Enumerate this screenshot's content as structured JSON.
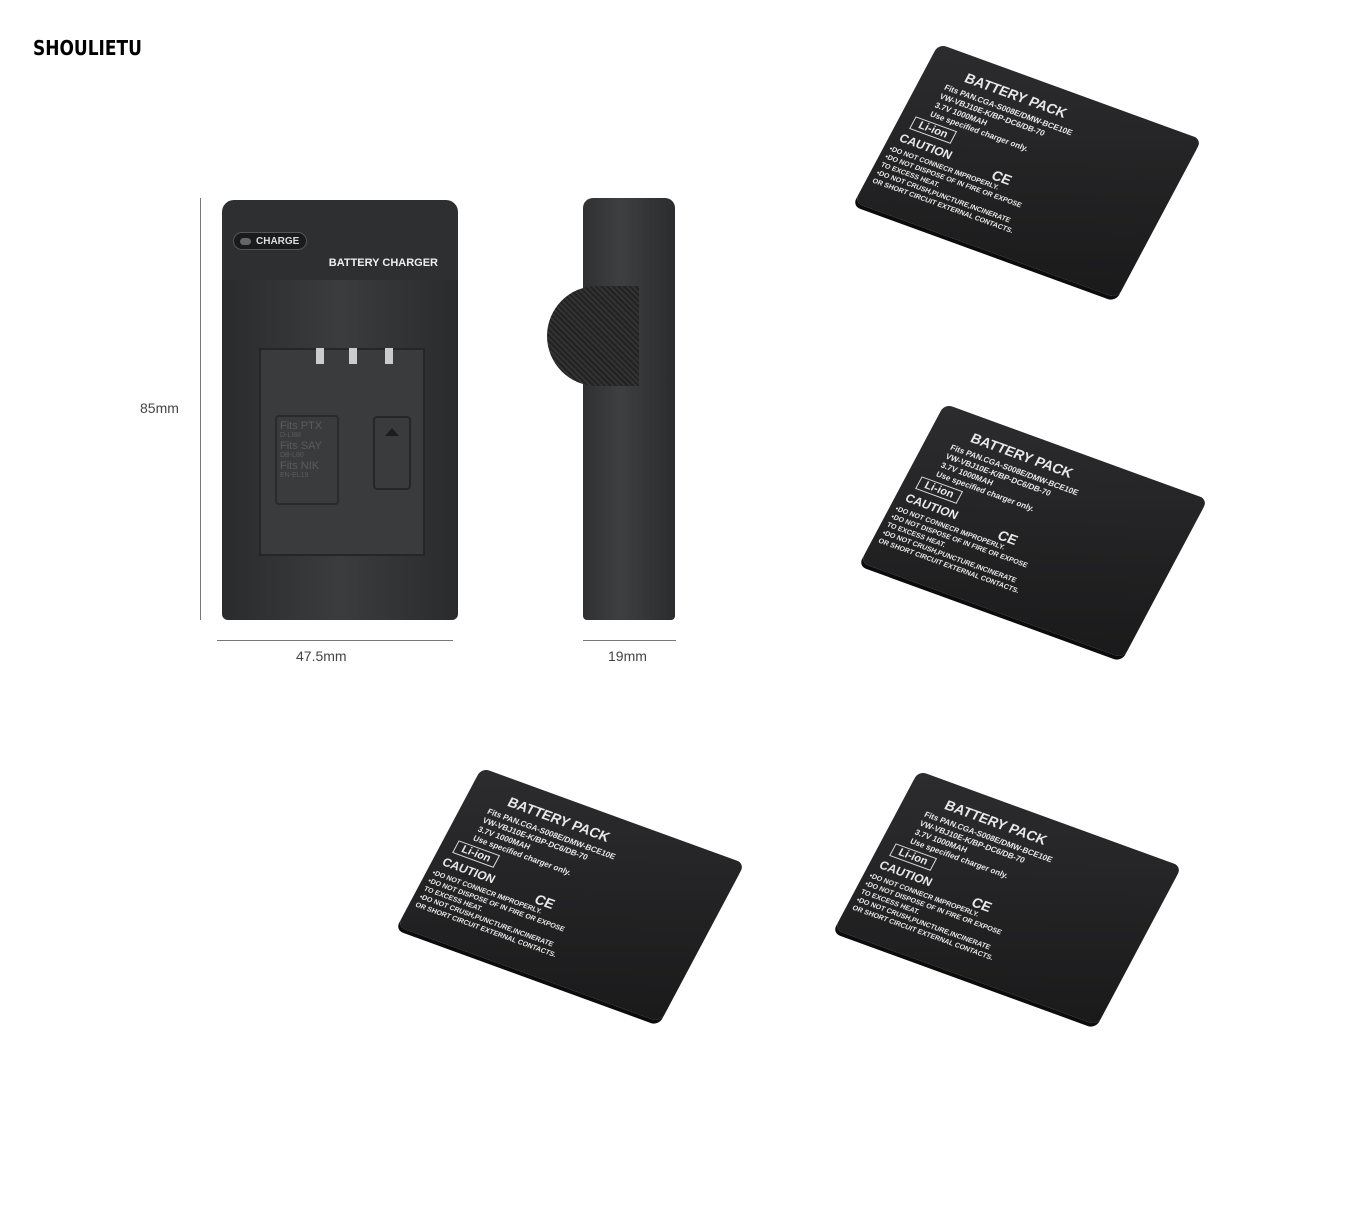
{
  "brand": "SHOULIETU",
  "charger": {
    "charge_label": "CHARGE",
    "title": "BATTERY CHARGER",
    "fits": [
      "Fits PTX",
      "D-LI88",
      "Fits SAY",
      "DB-L80",
      "Fits NIK",
      "EN-EL19"
    ]
  },
  "dimensions": {
    "height": "85mm",
    "width": "47.5mm",
    "depth": "19mm"
  },
  "battery": {
    "title": "BATTERY PACK",
    "lines": [
      "Fits PAN.CGA-S008E/DMW-BCE10E",
      "VW-VBJ10E-K/BP-DC6/DB-70",
      "3.7V      1000MAH",
      "Use specified charger only."
    ],
    "chem": "Li-ion",
    "caution": "CAUTION",
    "marks": "CE",
    "warnings": [
      "•DO NOT CONNECR IMPROPERLY.",
      "•DO NOT DISPOSE OF IN FIRE OR EXPOSE",
      "TO EXCESS HEAT.",
      "•DO NOT CRUSH,PUNCTURE,INCINERATE",
      "OR SHORT CIRCUIT EXTERNAL CONTACTS."
    ]
  }
}
